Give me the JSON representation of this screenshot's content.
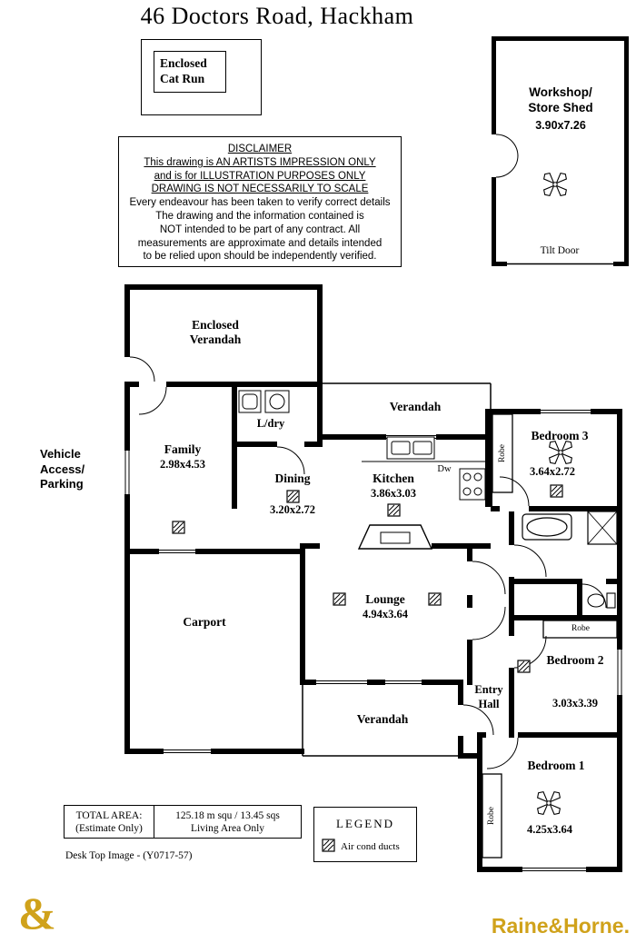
{
  "title": "46 Doctors Road, Hackham",
  "cat_run": {
    "line1": "Enclosed",
    "line2": "Cat Run"
  },
  "disclaimer": {
    "lines": [
      "DISCLAIMER",
      "This drawing is AN ARTISTS IMPRESSION ONLY",
      "and is for ILLUSTRATION PURPOSES ONLY",
      "DRAWING IS NOT NECESSARILY TO SCALE",
      "Every endeavour has been taken to verify correct details",
      "The drawing and the information contained is",
      "NOT intended to be part of any contract. All",
      "measurements are approximate and details intended",
      "to be relied upon should be independently verified."
    ]
  },
  "workshop": {
    "name_line1": "Workshop/",
    "name_line2": "Store Shed",
    "dims": "3.90x7.26",
    "tilt_door": "Tilt Door"
  },
  "site": {
    "vehicle_line1": "Vehicle",
    "vehicle_line2": "Access/",
    "vehicle_line3": "Parking"
  },
  "rooms": {
    "enclosed_verandah": {
      "line1": "Enclosed",
      "line2": "Verandah"
    },
    "family": {
      "name": "Family",
      "dims": "2.98x4.53"
    },
    "laundry": {
      "name": "L/dry"
    },
    "dining": {
      "name": "Dining",
      "dims": "3.20x2.72"
    },
    "kitchen": {
      "name": "Kitchen",
      "dims": "3.86x3.03",
      "dishwasher": "Dw"
    },
    "verandah_top": {
      "name": "Verandah"
    },
    "verandah_bottom": {
      "name": "Verandah"
    },
    "carport": {
      "name": "Carport"
    },
    "lounge": {
      "name": "Lounge",
      "dims": "4.94x3.64"
    },
    "entry_hall": {
      "line1": "Entry",
      "line2": "Hall"
    },
    "bedroom1": {
      "name": "Bedroom 1",
      "dims": "4.25x3.64",
      "robe": "Robe"
    },
    "bedroom2": {
      "name": "Bedroom 2",
      "dims": "3.03x3.39",
      "robe": "Robe"
    },
    "bedroom3": {
      "name": "Bedroom 3",
      "dims": "3.64x2.72",
      "robe": "Robe"
    }
  },
  "summary": {
    "total_area_label1": "TOTAL AREA:",
    "total_area_label2": "(Estimate Only)",
    "area_value": "125.18 m squ / 13.45 sqs",
    "area_note": "Living Area Only",
    "image_ref": "Desk Top Image - (Y0717-57)"
  },
  "legend": {
    "title": "LEGEND",
    "air_cond_label": "Air cond ducts"
  },
  "branding": {
    "ampersand": "&",
    "company": "Raine&Horne."
  },
  "colors": {
    "accent_gold": "#d0a21b",
    "wall": "#000000",
    "background": "#ffffff"
  }
}
